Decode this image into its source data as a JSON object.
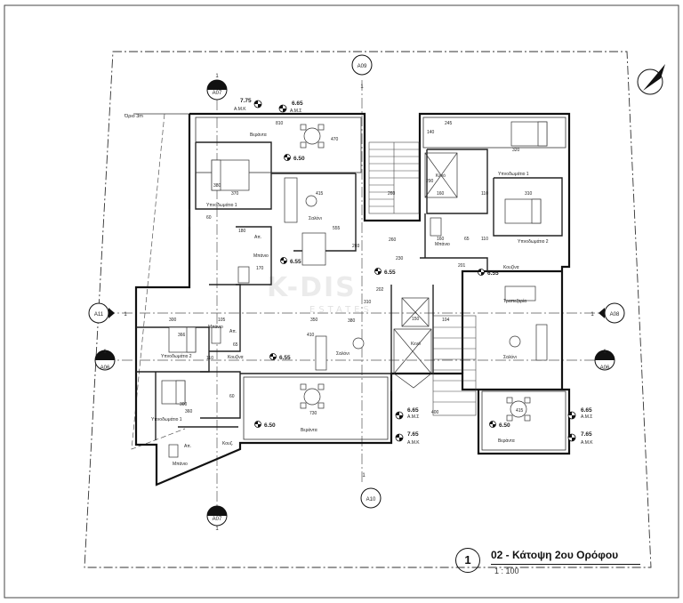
{
  "title": {
    "number": "1",
    "text": "02 - Κάτοψη 2ου Ορόφου",
    "scale": "1 : 100"
  },
  "watermark": {
    "main": "K-DIS",
    "sub": "ESTATES"
  },
  "offset_label": "Όριο 3m",
  "sections": {
    "a09": {
      "code": "A09",
      "num": "1"
    },
    "a10": {
      "code": "A10",
      "num": "1"
    },
    "a11": {
      "code": "A11",
      "num": "1"
    },
    "a08": {
      "code": "A08",
      "num": "1"
    },
    "a07_top": {
      "code": "A07",
      "num": "1"
    },
    "a07_bottom": {
      "code": "A07",
      "num": "1"
    },
    "a06_left": {
      "code": "A06",
      "num": "1"
    },
    "a06_right": {
      "code": "A06",
      "num": "1"
    }
  },
  "levels": {
    "tl_amk": {
      "value": "7.75",
      "tag": "Α.Μ.Κ"
    },
    "tl_ams": {
      "value": "6.65",
      "tag": "Α.Μ.Σ"
    },
    "br_ams": {
      "value": "6.65",
      "tag": "Α.Μ.Σ"
    },
    "br_amk": {
      "value": "7.65",
      "tag": "Α.Μ.Κ"
    },
    "bc_ams": {
      "value": "6.65",
      "tag": "Α.Μ.Σ"
    },
    "bc_amk": {
      "value": "7.65",
      "tag": "Α.Μ.Κ"
    },
    "f1": "6.50",
    "f2": "6.55",
    "f3": "6.55",
    "f4": "6.55",
    "f5": "6.50",
    "f6": "6.50",
    "f7": "6.55"
  },
  "rooms": {
    "veranda_top": "Βεράντα",
    "bedroom1_a": "Υπνοδωμάτιο 1",
    "saloni_a": "Σαλόνι",
    "bathroom_a": "Μπάνιο",
    "bedroom1_b": "Υπνοδωμάτιο 1",
    "bedroom2_b": "Υπνοδωμάτιο 2",
    "bathroom_b": "Μπάνιο",
    "kitchen_b": "Κουζίνα",
    "dining_b": "Τραπεζαρία",
    "saloni_b": "Σαλόνι",
    "void": "Κενό",
    "void2": "Κενό",
    "bedroom2_c": "Υπνοδωμάτιο 2",
    "bathroom_c": "Μπάνιο",
    "kitchen_c": "Κουζίνα",
    "saloni_c": "Σαλόνι",
    "bedroom1_c": "Υπνοδωμάτιο 1",
    "bathroom_c2": "Μπάνιο",
    "kitchen_c2": "Κουζ.",
    "veranda_c": "Βεράντα",
    "veranda_d": "Βεράντα",
    "storage": "Απ.",
    "storage2": "Απ.",
    "storage3": "Απ."
  },
  "dims": [
    "810",
    "470",
    "370",
    "415",
    "555",
    "380",
    "180",
    "170",
    "260",
    "203",
    "260",
    "230",
    "245",
    "320",
    "290",
    "160",
    "310",
    "110",
    "110",
    "160",
    "65",
    "201",
    "202",
    "150",
    "300",
    "366",
    "105",
    "65",
    "410",
    "350",
    "310",
    "104",
    "400",
    "415",
    "730",
    "60",
    "110",
    "360",
    "300",
    "60",
    "380",
    "140"
  ]
}
